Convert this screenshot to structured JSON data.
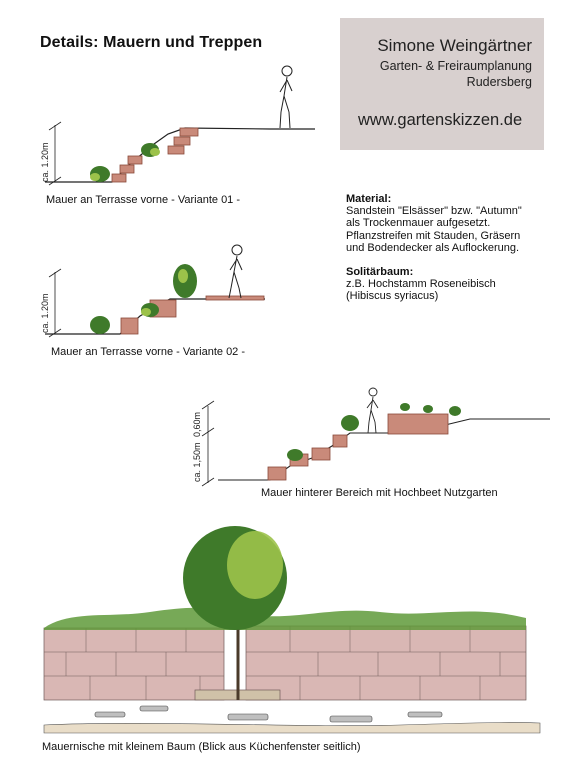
{
  "header": {
    "title": "Details: Mauern und Treppen"
  },
  "contact_card": {
    "name": "Simone Weingärtner",
    "line1": "Garten- & Freiraumplanung",
    "line2": "Rudersberg",
    "website": "www.gartenskizzen.de",
    "background": "#d8d0cf"
  },
  "info": {
    "material_heading": "Material:",
    "material_lines": [
      "Sandstein \"Elsässer\" bzw. \"Autumn\"",
      "als Trockenmauer aufgesetzt.",
      "Pflanzstreifen mit Stauden, Gräsern",
      "und Bodendecker als Auflockerung."
    ],
    "tree_heading": "Solitärbaum:",
    "tree_lines": [
      "z.B. Hochstamm Roseneibisch",
      "(Hibiscus syriacus)"
    ]
  },
  "sketches": [
    {
      "caption": "Mauer an Terrasse vorne  - Variante 01 -",
      "dimensions": [
        "ca. 1.20m"
      ]
    },
    {
      "caption": "Mauer an Terrasse vorne  - Variante 02 -",
      "dimensions": [
        "ca. 1.20m"
      ]
    },
    {
      "caption": "Mauer hinterer Bereich mit Hochbeet Nutzgarten",
      "dimensions": [
        "ca. 1,50m",
        "0,60m"
      ]
    },
    {
      "caption": "Mauernische mit kleinem Baum (Blick aus Küchenfenster seitlich)",
      "dimensions": []
    }
  ],
  "colors": {
    "stone": "#c98a7a",
    "stone_dark": "#8a4a3a",
    "foliage": "#3f7a2a",
    "foliage_light": "#9cc24a",
    "ground": "#3a2a22",
    "wall_pink": "#d9b7b4"
  }
}
